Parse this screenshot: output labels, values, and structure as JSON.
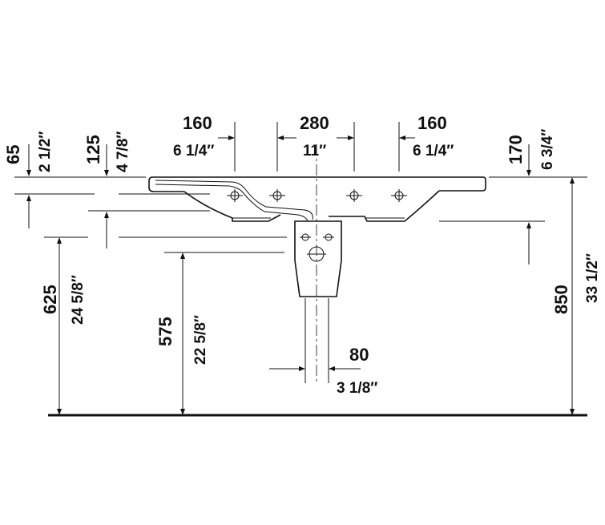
{
  "dimensions": {
    "d65": {
      "mm": "65",
      "inch": "2 1/2″"
    },
    "d125": {
      "mm": "125",
      "inch": "4 7/8″"
    },
    "d160l": {
      "mm": "160",
      "inch": "6 1/4″"
    },
    "d280": {
      "mm": "280",
      "inch": "11″"
    },
    "d160r": {
      "mm": "160",
      "inch": "6 1/4″"
    },
    "d170": {
      "mm": "170",
      "inch": "6 3/4″"
    },
    "d625": {
      "mm": "625",
      "inch": "24 5/8″"
    },
    "d575": {
      "mm": "575",
      "inch": "22 5/8″"
    },
    "d80": {
      "mm": "80",
      "inch": "3 1/8″"
    },
    "d850": {
      "mm": "850",
      "inch": "33 1/2″"
    }
  }
}
